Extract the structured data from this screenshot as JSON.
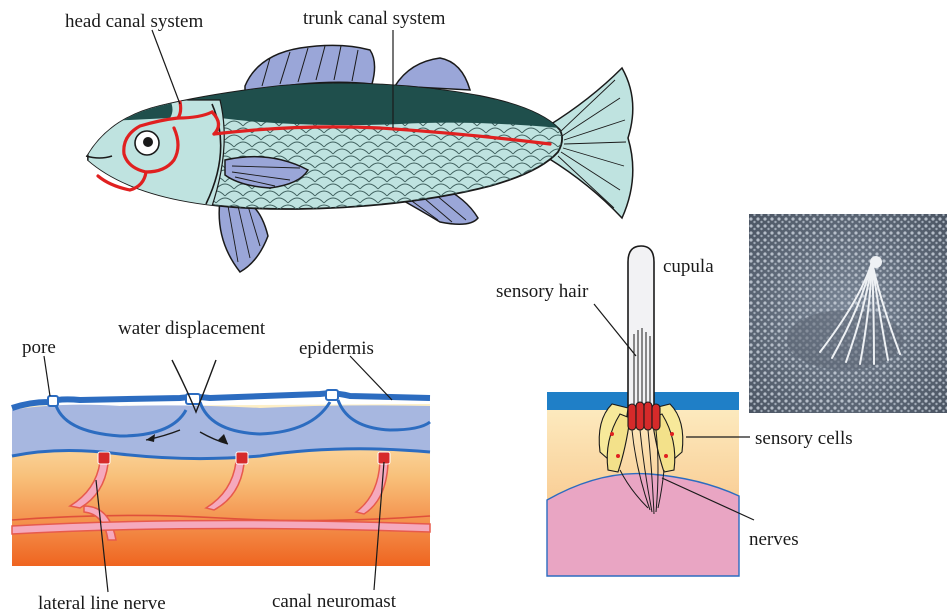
{
  "fish": {
    "head_label": "head canal system",
    "trunk_label": "trunk canal system"
  },
  "canal": {
    "pore_label": "pore",
    "water_label": "water displacement",
    "epidermis_label": "epidermis",
    "nerve_label": "lateral line nerve",
    "neuromast_label": "canal neuromast"
  },
  "neuromast": {
    "cupula_label": "cupula",
    "hair_label": "sensory hair",
    "cells_label": "sensory cells",
    "nerves_label": "nerves"
  },
  "colors": {
    "fish_back": "#1f4f4c",
    "fish_body": "#bfe3e0",
    "fin": "#9aa6d8",
    "canal_line": "#e02020",
    "epidermis": "#2c6cc0",
    "canal_fluid": "#a7b7e0",
    "tissue_top": "#fbe8b8",
    "tissue_bottom": "#f06a22",
    "nerve_pink": "#f5a9bd",
    "dermis_pink": "#e9a5c3"
  }
}
